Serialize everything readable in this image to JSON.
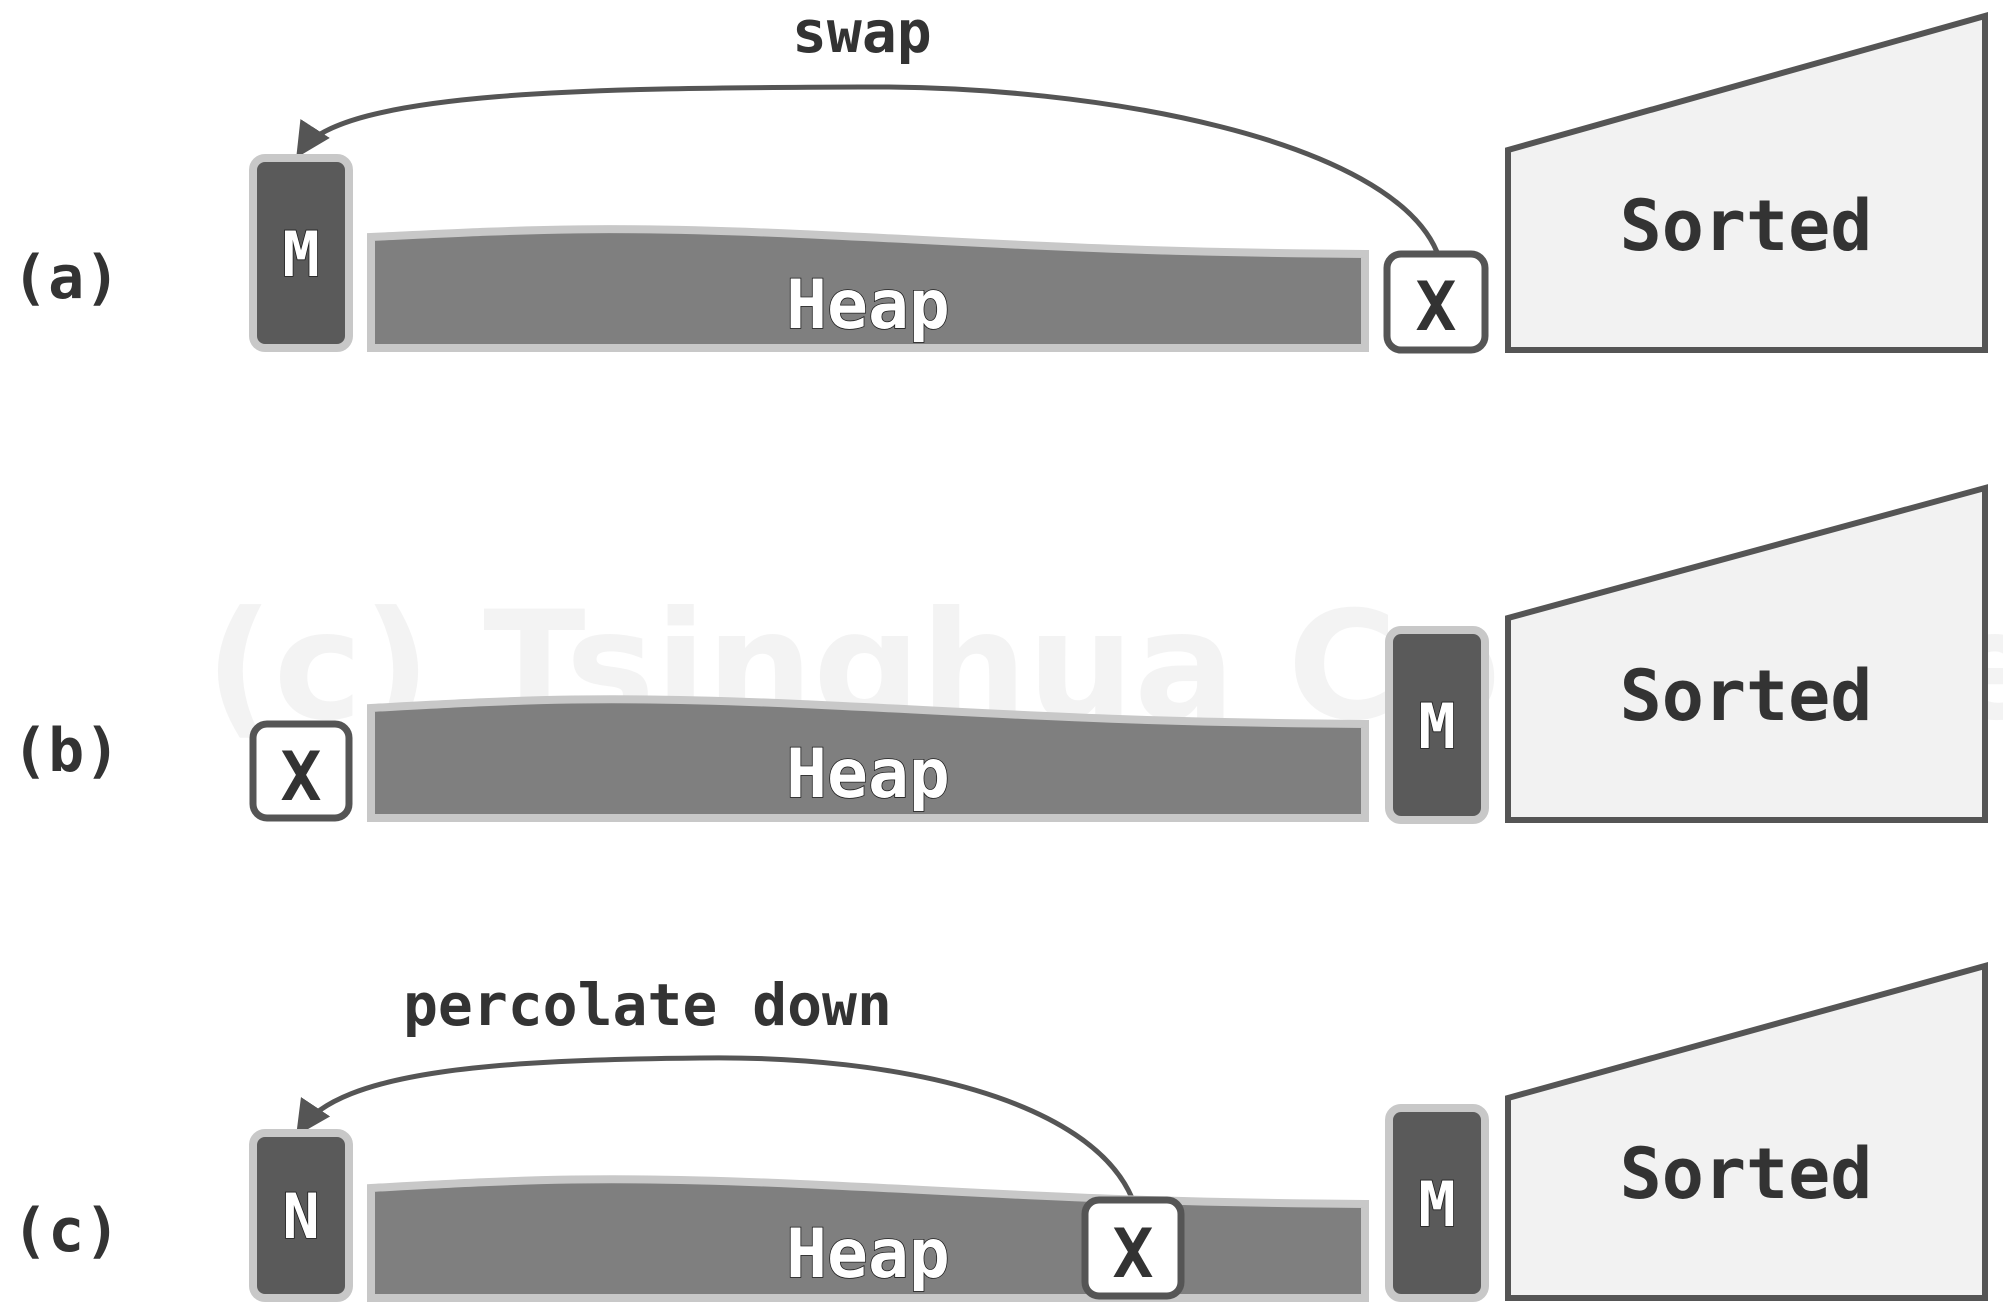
{
  "watermark": "(c) Tsinghua Computer",
  "rows": [
    {
      "id": "a",
      "row_label": "(a)",
      "left_item": {
        "label": "M",
        "style": "dark"
      },
      "heap_label": "Heap",
      "right_item": {
        "label": "X",
        "style": "light"
      },
      "sorted_label": "Sorted",
      "arrow_label": "swap"
    },
    {
      "id": "b",
      "row_label": "(b)",
      "left_item": {
        "label": "X",
        "style": "light"
      },
      "heap_label": "Heap",
      "right_item": {
        "label": "M",
        "style": "dark"
      },
      "sorted_label": "Sorted"
    },
    {
      "id": "c",
      "row_label": "(c)",
      "left_item": {
        "label": "N",
        "style": "dark"
      },
      "heap_label": "Heap",
      "mid_item": {
        "label": "X",
        "style": "light"
      },
      "right_item": {
        "label": "M",
        "style": "dark"
      },
      "sorted_label": "Sorted",
      "arrow_label": "percolate down"
    }
  ],
  "colors": {
    "dark_box": "#5a5a5a",
    "heap_fill": "#7f7f7f",
    "border_light": "#c8c8c8",
    "stroke_dark": "#555555",
    "sorted_fill": "#f2f2f2",
    "text_dark": "#333333"
  }
}
